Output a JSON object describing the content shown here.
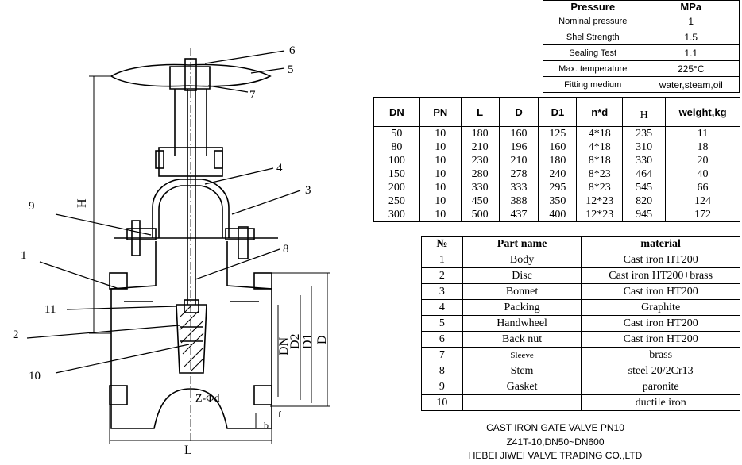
{
  "pressure_table": {
    "header": [
      "Pressure",
      "MPa"
    ],
    "rows": [
      [
        "Nominal pressure",
        "1"
      ],
      [
        "Shel Strength",
        "1.5"
      ],
      [
        "Sealing Test",
        "1.1"
      ],
      [
        "Max. temperature",
        "225°C"
      ],
      [
        "Fitting medium",
        "water,steam,oil"
      ]
    ]
  },
  "dimensions_table": {
    "headers": [
      "DN",
      "PN",
      "L",
      "D",
      "D1",
      "n*d",
      "H",
      "weight,kg"
    ],
    "rows": [
      [
        "50",
        "10",
        "180",
        "160",
        "125",
        "4*18",
        "235",
        "11"
      ],
      [
        "80",
        "10",
        "210",
        "196",
        "160",
        "4*18",
        "310",
        "18"
      ],
      [
        "100",
        "10",
        "230",
        "210",
        "180",
        "8*18",
        "330",
        "20"
      ],
      [
        "150",
        "10",
        "280",
        "278",
        "240",
        "8*23",
        "464",
        "40"
      ],
      [
        "200",
        "10",
        "330",
        "333",
        "295",
        "8*23",
        "545",
        "66"
      ],
      [
        "250",
        "10",
        "450",
        "388",
        "350",
        "12*23",
        "820",
        "124"
      ],
      [
        "300",
        "10",
        "500",
        "437",
        "400",
        "12*23",
        "945",
        "172"
      ]
    ]
  },
  "parts_table": {
    "headers": [
      "№",
      "Part name",
      "material"
    ],
    "rows": [
      [
        "1",
        "Body",
        "Cast iron HT200"
      ],
      [
        "2",
        "Disc",
        "Cast iron HT200+brass"
      ],
      [
        "3",
        "Bonnet",
        "Cast iron HT200"
      ],
      [
        "4",
        "Packing",
        "Graphite"
      ],
      [
        "5",
        "Handwheel",
        "Cast iron HT200"
      ],
      [
        "6",
        "Back nut",
        "Cast iron HT200"
      ],
      [
        "7",
        "Sleeve",
        "brass"
      ],
      [
        "8",
        "Stem",
        "steel 20/2Cr13"
      ],
      [
        "9",
        "Gasket",
        "paronite"
      ],
      [
        "10",
        "",
        "ductile iron"
      ]
    ]
  },
  "caption": {
    "line1": "CAST IRON GATE VALVE PN10",
    "line2": "Z41T-10,DN50~DN600",
    "line3": "HEBEI JIWEI VALVE TRADING CO.,LTD"
  },
  "drawing": {
    "callouts": [
      "1",
      "2",
      "3",
      "4",
      "5",
      "6",
      "7",
      "8",
      "9",
      "10",
      "11"
    ],
    "dim_labels": {
      "H": "H",
      "L": "L",
      "DN": "DN",
      "D2": "D2",
      "D1": "D1",
      "D": "D",
      "z_phi_d": "Z-Φd",
      "b": "b",
      "f": "f"
    }
  }
}
